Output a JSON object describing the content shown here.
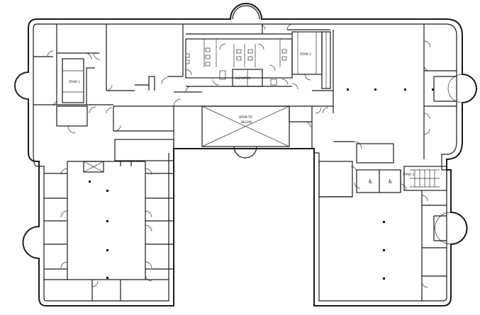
{
  "labels": {
    "stair1": "STAIR 1",
    "stair2": "STAIR 2",
    "stair3": "STAIR 3",
    "elevator": "ELEVATOR",
    "open_line1": "OPEN TO",
    "open_line2": "BELOW"
  },
  "icons": {
    "accessible": "♿"
  }
}
